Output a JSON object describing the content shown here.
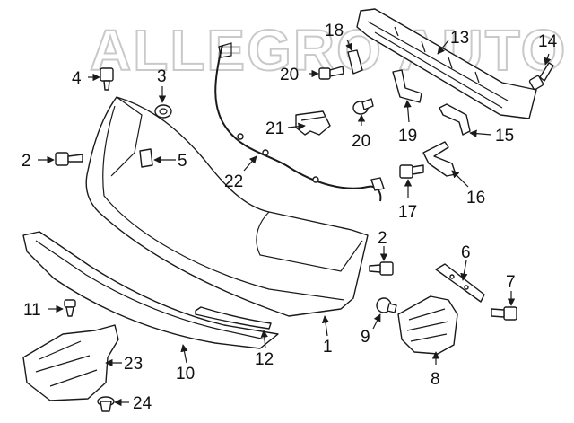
{
  "watermark": "ALLEGRO AUTO",
  "callouts": [
    {
      "id": "c1",
      "text": "1"
    },
    {
      "id": "c2a",
      "text": "2"
    },
    {
      "id": "c2b",
      "text": "2"
    },
    {
      "id": "c3",
      "text": "3"
    },
    {
      "id": "c4",
      "text": "4"
    },
    {
      "id": "c5",
      "text": "5"
    },
    {
      "id": "c6",
      "text": "6"
    },
    {
      "id": "c7",
      "text": "7"
    },
    {
      "id": "c8",
      "text": "8"
    },
    {
      "id": "c9",
      "text": "9"
    },
    {
      "id": "c10",
      "text": "10"
    },
    {
      "id": "c11",
      "text": "11"
    },
    {
      "id": "c12",
      "text": "12"
    },
    {
      "id": "c13",
      "text": "13"
    },
    {
      "id": "c14",
      "text": "14"
    },
    {
      "id": "c15",
      "text": "15"
    },
    {
      "id": "c16",
      "text": "16"
    },
    {
      "id": "c17",
      "text": "17"
    },
    {
      "id": "c18",
      "text": "18"
    },
    {
      "id": "c19",
      "text": "19"
    },
    {
      "id": "c20a",
      "text": "20"
    },
    {
      "id": "c20b",
      "text": "20"
    },
    {
      "id": "c21",
      "text": "21"
    },
    {
      "id": "c22",
      "text": "22"
    },
    {
      "id": "c23",
      "text": "23"
    },
    {
      "id": "c24",
      "text": "24"
    }
  ]
}
